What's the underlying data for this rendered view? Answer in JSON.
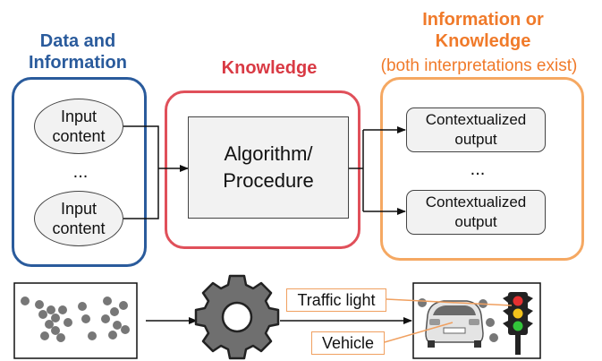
{
  "headings": {
    "data_info": [
      "Data and",
      "Information"
    ],
    "knowledge": "Knowledge",
    "info_or_knowledge": [
      "Information or",
      "Knowledge"
    ],
    "interpretations": "(both interpretations exist)"
  },
  "inputs": {
    "input_1": [
      "Input",
      "content"
    ],
    "ellipsis": "...",
    "input_2": [
      "Input",
      "content"
    ]
  },
  "algorithm": [
    "Algorithm/",
    "Procedure"
  ],
  "outputs": {
    "output_1": [
      "Contextualized",
      "output"
    ],
    "ellipsis": "...",
    "output_2": [
      "Contextualized",
      "output"
    ]
  },
  "example": {
    "traffic_light_label": "Traffic light",
    "vehicle_label": "Vehicle"
  },
  "colors": {
    "blue": "#2a5b9c",
    "red": "#e0505a",
    "orange": "#f5a862",
    "box_fill": "#f2f2f2",
    "dot_gray": "#777777"
  },
  "icons": [
    "gear-icon",
    "car-icon",
    "traffic-light-icon"
  ]
}
